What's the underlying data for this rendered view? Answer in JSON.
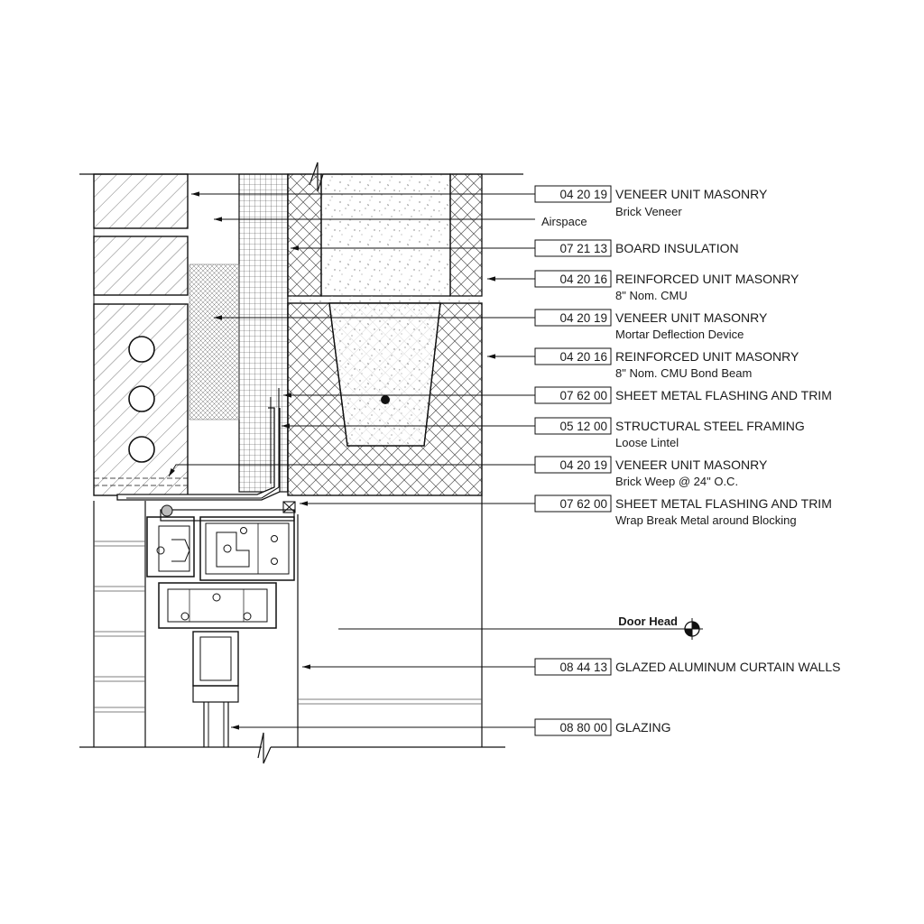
{
  "labels": [
    {
      "code": "04 20 19",
      "title": "VENEER UNIT MASONRY",
      "sub": "Brick Veneer"
    },
    {
      "code": "07 21 13",
      "title": "BOARD INSULATION",
      "sub": ""
    },
    {
      "code": "04 20 16",
      "title": "REINFORCED UNIT MASONRY",
      "sub": "8\" Nom. CMU"
    },
    {
      "code": "04 20 19",
      "title": "VENEER UNIT MASONRY",
      "sub": "Mortar Deflection Device"
    },
    {
      "code": "04 20 16",
      "title": "REINFORCED UNIT MASONRY",
      "sub": "8\" Nom. CMU Bond Beam"
    },
    {
      "code": "07 62 00",
      "title": "SHEET METAL FLASHING AND TRIM",
      "sub": ""
    },
    {
      "code": "05 12 00",
      "title": "STRUCTURAL STEEL FRAMING",
      "sub": "Loose Lintel"
    },
    {
      "code": "04 20 19",
      "title": "VENEER UNIT MASONRY",
      "sub": "Brick Weep @ 24\" O.C."
    },
    {
      "code": "07 62 00",
      "title": "SHEET METAL FLASHING AND TRIM",
      "sub": "Wrap Break Metal around Blocking"
    },
    {
      "code": "08 44 13",
      "title": "GLAZED ALUMINUM CURTAIN WALLS",
      "sub": ""
    },
    {
      "code": "08 80 00",
      "title": "GLAZING",
      "sub": ""
    }
  ],
  "airspace_label": "Airspace",
  "door_head_label": "Door Head"
}
